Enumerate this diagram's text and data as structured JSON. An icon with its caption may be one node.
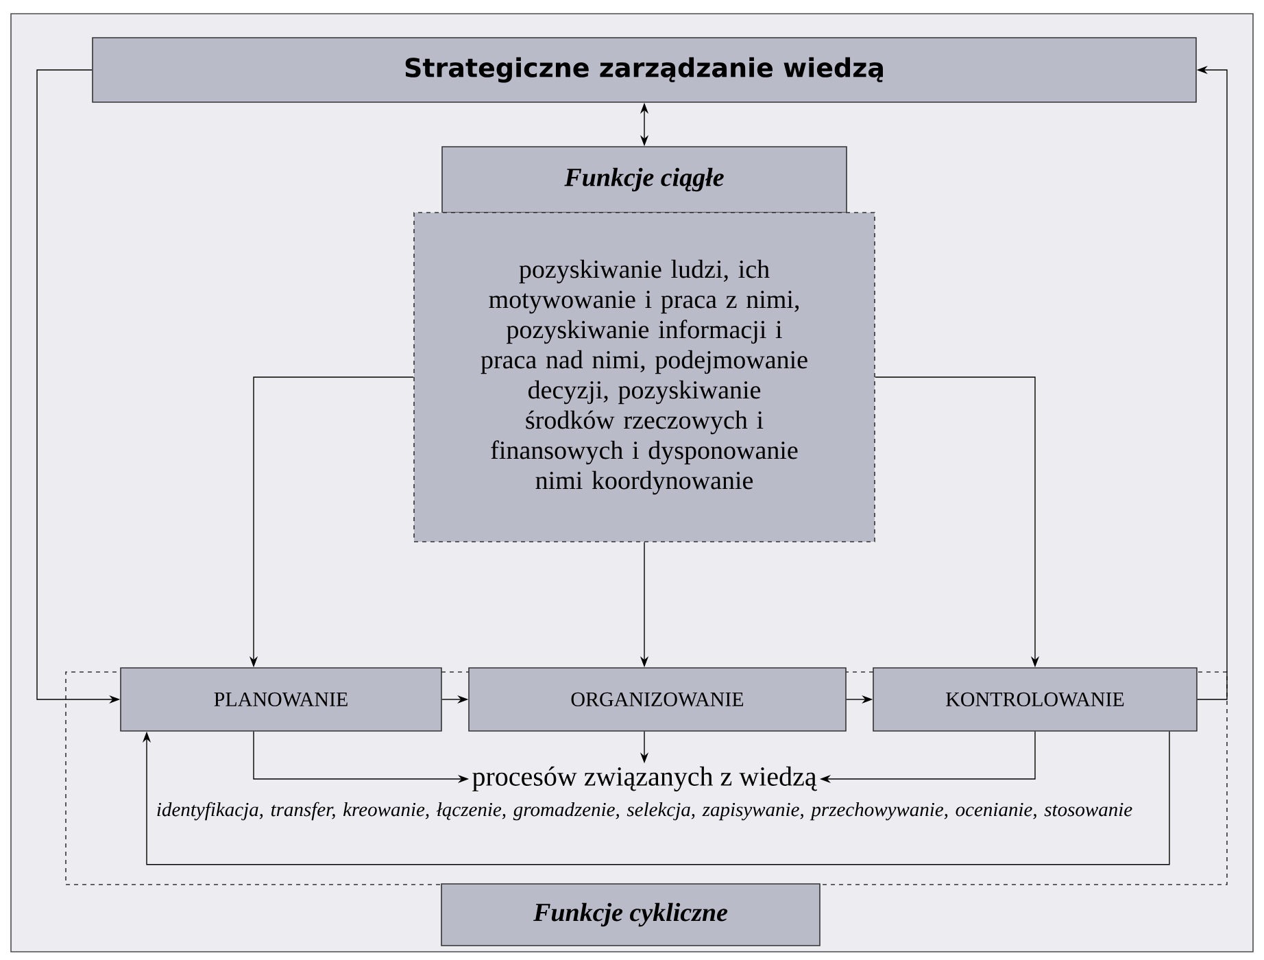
{
  "diagram": {
    "nodes": [
      {
        "text": [
          "Strategiczne zarządzanie wiedzą"
        ]
      },
      {
        "text": [
          "Funkcje ciągłe"
        ]
      },
      {
        "text": [
          "pozyskiwanie ludzi, ich motywowanie i praca z nimi, pozyskiwanie informacji i praca nad nimi, podejmowanie decyzji, pozyskiwanie środków rzeczowych i finansowych i dysponowanie nimi koordynowanie"
        ]
      },
      {
        "text": [],
        "shape": "box"
      },
      {
        "text": [
          "PLANOWANIE"
        ],
        "in": 3
      },
      {
        "text": [
          "ORGANIZOWANIE"
        ],
        "in": 3
      },
      {
        "text": [
          "KONTROLOWANIE"
        ],
        "in": 3
      },
      {
        "text": [
          "procesów związanych z wiedzą"
        ],
        "in": 3,
        "beside": [
          "identyfikacja, transfer, kreowanie, łączenie, gromadzenie, selekcja, zapisywanie, przechowywanie, ocenianie, stosowanie"
        ]
      },
      {
        "text": [
          "Funkcje cykliczne"
        ]
      }
    ],
    "edges": [
      {
        "from": 0,
        "to": 1,
        "arrow": "both"
      },
      {
        "from": 0,
        "to": 4,
        "arrow": "to"
      },
      {
        "from": 6,
        "to": 0,
        "arrow": "to"
      },
      {
        "from": 2,
        "to": 4,
        "arrow": "to"
      },
      {
        "from": 2,
        "to": 5,
        "arrow": "to"
      },
      {
        "from": 2,
        "to": 6,
        "arrow": "to"
      },
      {
        "from": 4,
        "to": 5,
        "arrow": "to"
      },
      {
        "from": 5,
        "to": 6,
        "arrow": "to"
      },
      {
        "from": 5,
        "to": 7,
        "arrow": "to"
      },
      {
        "from": 4,
        "to": 7,
        "arrow": "to"
      },
      {
        "from": 6,
        "to": 7,
        "arrow": "to"
      },
      {
        "from": 6,
        "to": 4,
        "arrow": "to"
      }
    ]
  }
}
